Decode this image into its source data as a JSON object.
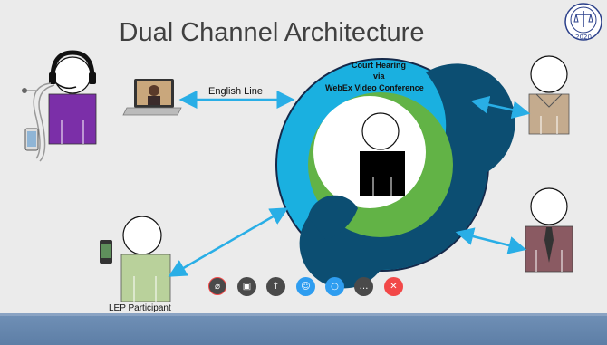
{
  "slide": {
    "title": "Dual Channel Architecture"
  },
  "seal": {
    "year": "2020"
  },
  "diagram": {
    "english_line_label": "English Line",
    "hub_line1": "Court Hearing",
    "hub_line2": "via",
    "hub_line3": "WebEx Video Conference",
    "lep_label": "LEP Participant"
  },
  "controls": {
    "mute": "mic-off-icon",
    "video": "video-icon",
    "share": "share-icon",
    "participants": "participants-icon",
    "chat": "chat-icon",
    "more": "more-icon",
    "end": "close-icon"
  },
  "colors": {
    "background": "#ebebeb",
    "hub_outer": "#1ab0e0",
    "hub_dark": "#0c4e72",
    "hub_green": "#62b346",
    "arrow": "#29aee6",
    "interpreter_body": "#7b2fa8",
    "plaintiff_body": "#c4ab8e",
    "defendant_body": "#8a5a62",
    "lep_body": "#b9d19b",
    "end_button": "#f24848",
    "blue_button": "#2e9df0",
    "gray_button": "#4a4a4a",
    "bar": "#6a8bb2"
  }
}
